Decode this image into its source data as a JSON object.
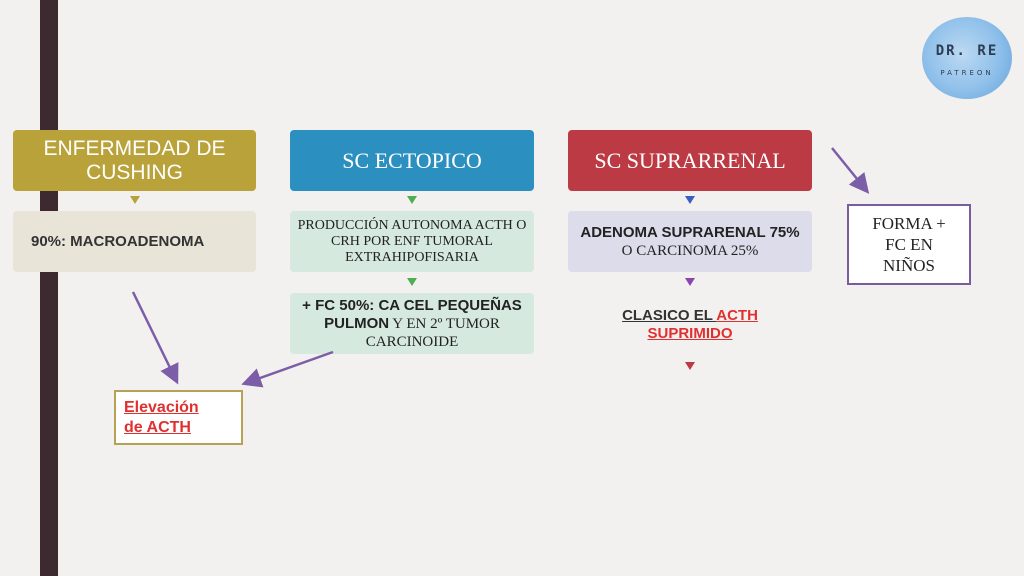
{
  "logo": {
    "title": "DR. RE",
    "subtitle": "PATREON"
  },
  "columns": [
    {
      "header": "ENFERMEDAD DE CUSHING",
      "header_color": "#b9a23a",
      "sub": "90%: MACROADENOMA"
    },
    {
      "header": "SC ECTOPICO",
      "header_color": "#2b8fc0",
      "sub1": "PRODUCCIÓN AUTONOMA ACTH O CRH POR ENF TUMORAL EXTRAHIPOFISARIA",
      "sub2_bold": "+ FC 50%: CA CEL PEQUEÑAS PULMON",
      "sub2_rest": " Y EN 2º TUMOR CARCINOIDE"
    },
    {
      "header": "SC SUPRARRENAL",
      "header_color": "#bc3a44",
      "sub_bold": "ADENOMA SUPRARENAL 75%",
      "sub_rest": " O CARCINOMA 25%",
      "plain_a": "CLASICO EL ",
      "plain_b": "ACTH SUPRIMIDO "
    }
  ],
  "elevacion": "Elevación de ACTH ",
  "forma": "FORMA + FC EN NIÑOS",
  "colors": {
    "border_gold": "#b5a255",
    "border_purple": "#7a5c9e",
    "arrow_purple": "#7b5ea7"
  }
}
